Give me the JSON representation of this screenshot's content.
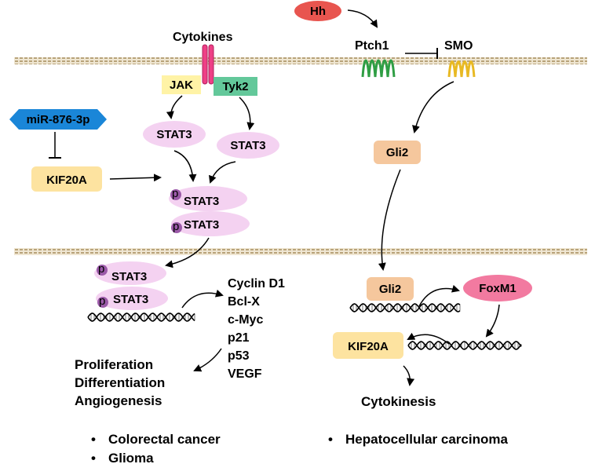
{
  "labels": {
    "hh": "Hh",
    "ptch1": "Ptch1",
    "smo": "SMO",
    "cytokines": "Cytokines",
    "jak": "JAK",
    "tyk2": "Tyk2",
    "mir": "miR-876-3p",
    "kif20a_left": "KIF20A",
    "stat3_left": "STAT3",
    "stat3_right": "STAT3",
    "pstat3_top1": "STAT3",
    "pstat3_top2": "STAT3",
    "pstat3_bot1": "STAT3",
    "pstat3_bot2": "STAT3",
    "p_symbol": "p",
    "gli2_top": "Gli2",
    "gli2_bottom": "Gli2",
    "foxm1": "FoxM1",
    "kif20a_right": "KIF20A",
    "cytokinesis": "Cytokinesis"
  },
  "targets": [
    "Cyclin D1",
    "Bcl-X",
    "c-Myc",
    "p21",
    "p53",
    "VEGF"
  ],
  "outcomes": [
    "Proliferation",
    "Differentiation",
    "Angiogenesis"
  ],
  "bullets_left": [
    "Colorectal cancer",
    "Glioma"
  ],
  "bullets_right": [
    "Hepatocellular carcinoma"
  ],
  "bullet_symbol": "•",
  "colors": {
    "stat3": "#f4d2f1",
    "p_circle": "#9b5aa8",
    "jak": "#fff3a6",
    "tyk2": "#63c89a",
    "mir": "#1a86d8",
    "kif20a": "#fde3a0",
    "gli2": "#f5c79d",
    "foxm1": "#f27aa0",
    "hh": "#e8554f",
    "ptch1": "#2f9e44",
    "smo": "#e8b923",
    "receptor": "#ee3f86",
    "membrane": "#c8b690"
  }
}
